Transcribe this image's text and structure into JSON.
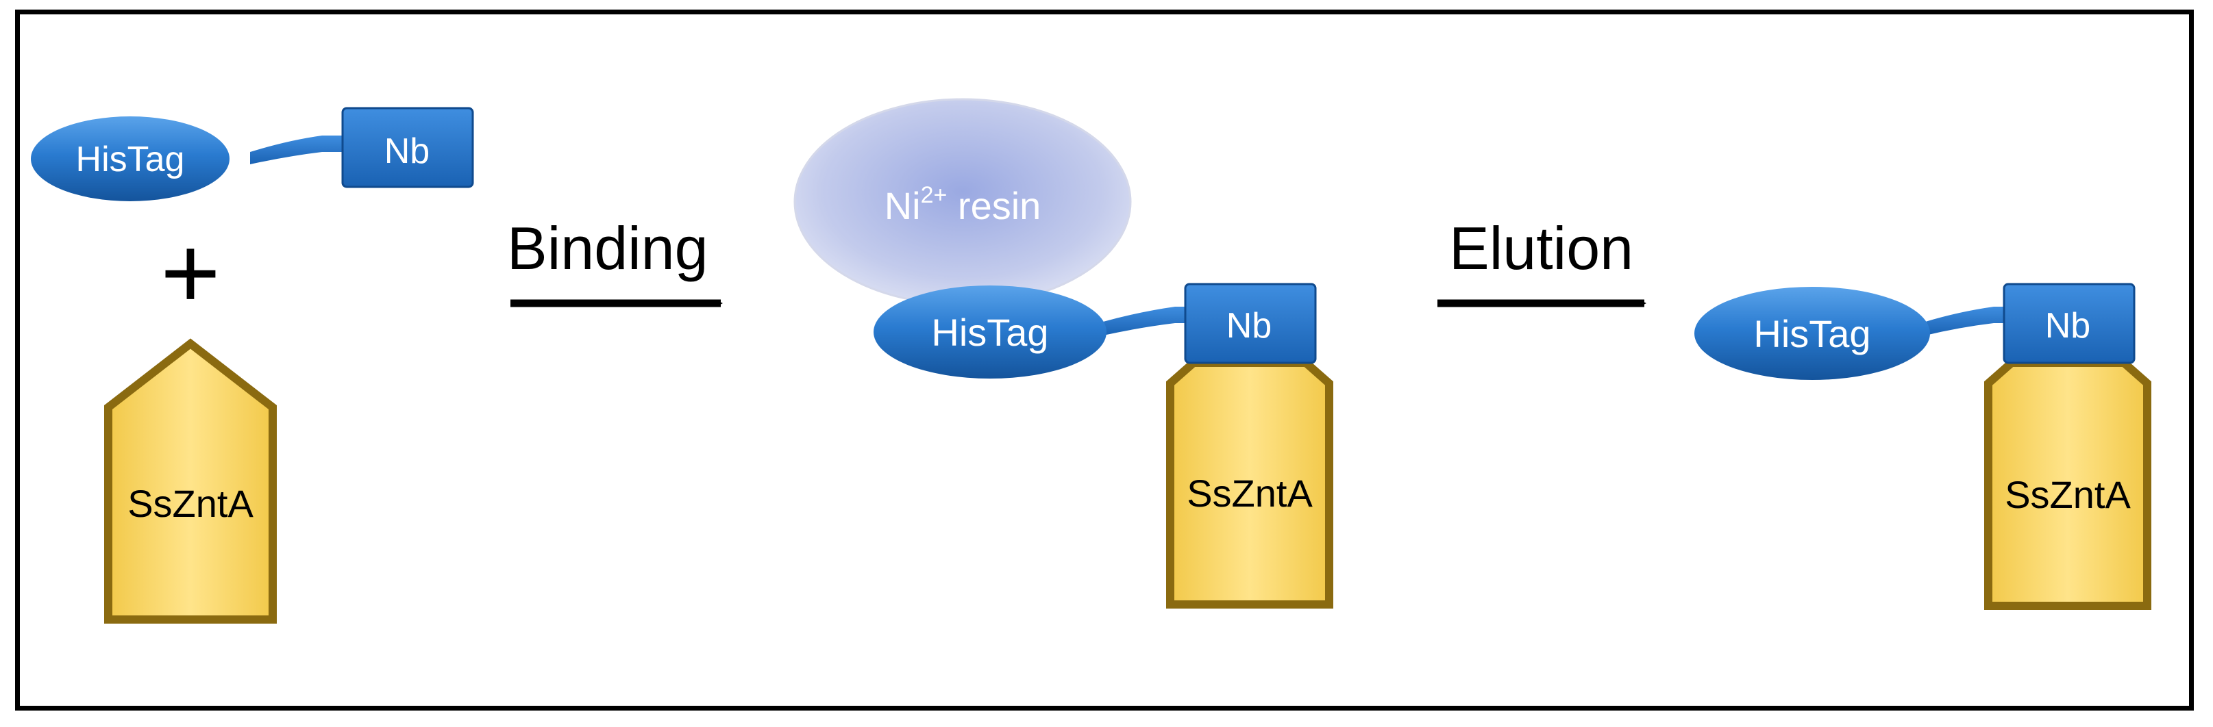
{
  "labels": {
    "histag": "HisTag",
    "nb": "Nb",
    "target": "SsZntA",
    "plus": "+",
    "resin_main": "Ni",
    "resin_sup": "2+",
    "resin_rest": " resin"
  },
  "steps": {
    "binding": "Binding",
    "elution": "Elution"
  },
  "colors": {
    "tag_blue": "#1f6fc4",
    "tag_blue_light": "#4c97e2",
    "target_gold": "#f7d66a",
    "target_border": "#8a6a10",
    "resin": "#b7c2e6"
  }
}
